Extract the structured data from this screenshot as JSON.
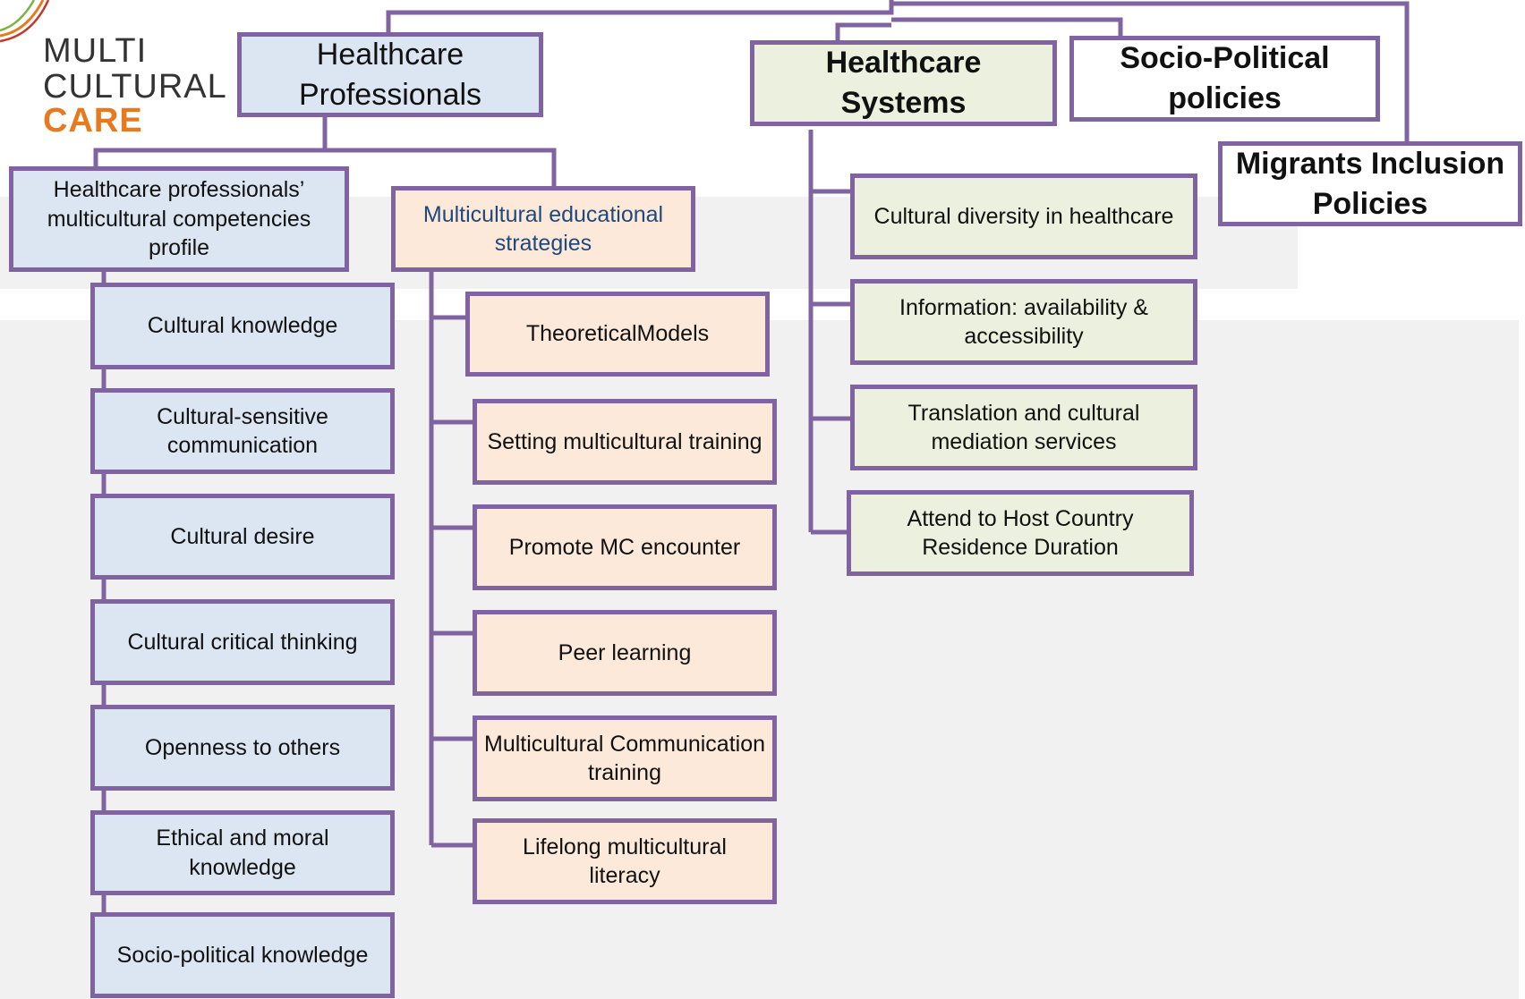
{
  "logo": {
    "line1": "MULTI",
    "line2": "CULTURAL",
    "line3": "CARE",
    "colors": {
      "text": "#333333",
      "accent": "#e8791e",
      "swoosh": [
        "#e8791e",
        "#c0392b",
        "#7cb342"
      ]
    }
  },
  "colors": {
    "border": "#8064a2",
    "professionals_fill": "#dce6f2",
    "education_fill": "#fde9d9",
    "systems_fill": "#ebf1de",
    "policies_fill": "#ffffff",
    "background_band": "#f2f1f1"
  },
  "top_level": {
    "healthcare_professionals": "Healthcare Professionals",
    "healthcare_systems": "Healthcare Systems",
    "socio_political_policies": "Socio-Political policies",
    "migrants_inclusion_policies": "Migrants Inclusion Policies"
  },
  "professionals": {
    "competencies_profile": {
      "title": "Healthcare professionals’ multicultural competencies profile",
      "items": [
        "Cultural knowledge",
        "Cultural-sensitive communication",
        "Cultural desire",
        "Cultural critical thinking",
        "Openness to others",
        "Ethical and moral knowledge",
        "Socio-political knowledge"
      ]
    },
    "educational_strategies": {
      "title": "Multicultural educational strategies",
      "title_color": "#1f497d",
      "items": [
        "TheoreticalModels",
        "Setting multicultural training",
        "Promote MC encounter",
        "Peer learning",
        "Multicultural Communication training",
        "Lifelong multicultural literacy"
      ]
    }
  },
  "systems": {
    "items": [
      "Cultural diversity in healthcare",
      "Information: availability & accessibility",
      "Translation and cultural mediation services",
      "Attend to Host Country Residence Duration"
    ]
  }
}
